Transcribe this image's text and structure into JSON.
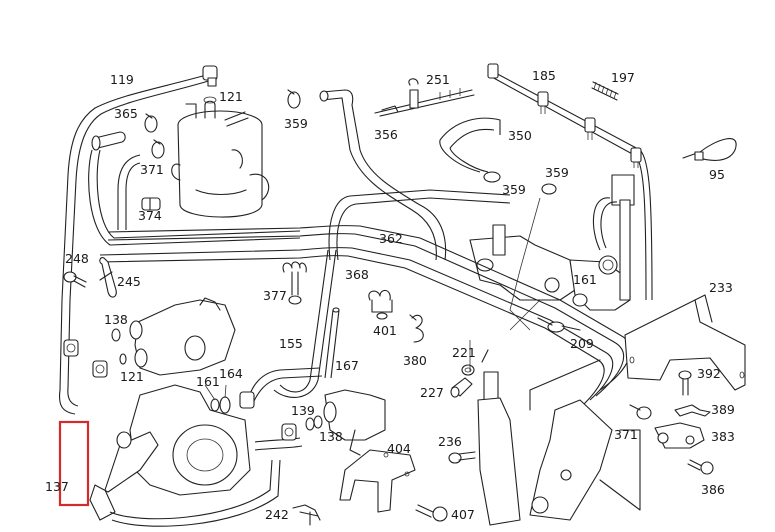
{
  "diagram": {
    "title": "Fuel system parts diagram",
    "highlight": {
      "label": "137",
      "color": "#d42a2a"
    },
    "labels": [
      {
        "id": "l119",
        "text": "119"
      },
      {
        "id": "l121a",
        "text": "121"
      },
      {
        "id": "l365",
        "text": "365"
      },
      {
        "id": "l359a",
        "text": "359"
      },
      {
        "id": "l371a",
        "text": "371"
      },
      {
        "id": "l374",
        "text": "374"
      },
      {
        "id": "l251",
        "text": "251"
      },
      {
        "id": "l356",
        "text": "356"
      },
      {
        "id": "l185",
        "text": "185"
      },
      {
        "id": "l197",
        "text": "197"
      },
      {
        "id": "l350",
        "text": "350"
      },
      {
        "id": "l359b",
        "text": "359"
      },
      {
        "id": "l359c",
        "text": "359"
      },
      {
        "id": "l95",
        "text": "95"
      },
      {
        "id": "l248",
        "text": "248"
      },
      {
        "id": "l245",
        "text": "245"
      },
      {
        "id": "l362",
        "text": "362"
      },
      {
        "id": "l161a",
        "text": "161"
      },
      {
        "id": "l233",
        "text": "233"
      },
      {
        "id": "l377",
        "text": "377"
      },
      {
        "id": "l368",
        "text": "368"
      },
      {
        "id": "l138a",
        "text": "138"
      },
      {
        "id": "l401",
        "text": "401"
      },
      {
        "id": "l155",
        "text": "155"
      },
      {
        "id": "l380",
        "text": "380"
      },
      {
        "id": "l209",
        "text": "209"
      },
      {
        "id": "l121b",
        "text": "121"
      },
      {
        "id": "l161b",
        "text": "161"
      },
      {
        "id": "l164",
        "text": "164"
      },
      {
        "id": "l167",
        "text": "167"
      },
      {
        "id": "l221",
        "text": "221"
      },
      {
        "id": "l227",
        "text": "227"
      },
      {
        "id": "l392",
        "text": "392"
      },
      {
        "id": "l139",
        "text": "139"
      },
      {
        "id": "l138b",
        "text": "138"
      },
      {
        "id": "l389",
        "text": "389"
      },
      {
        "id": "l371b",
        "text": "371"
      },
      {
        "id": "l383",
        "text": "383"
      },
      {
        "id": "l404",
        "text": "404"
      },
      {
        "id": "l236",
        "text": "236"
      },
      {
        "id": "l137",
        "text": "137"
      },
      {
        "id": "l386",
        "text": "386"
      },
      {
        "id": "l242",
        "text": "242"
      },
      {
        "id": "l407",
        "text": "407"
      }
    ]
  }
}
